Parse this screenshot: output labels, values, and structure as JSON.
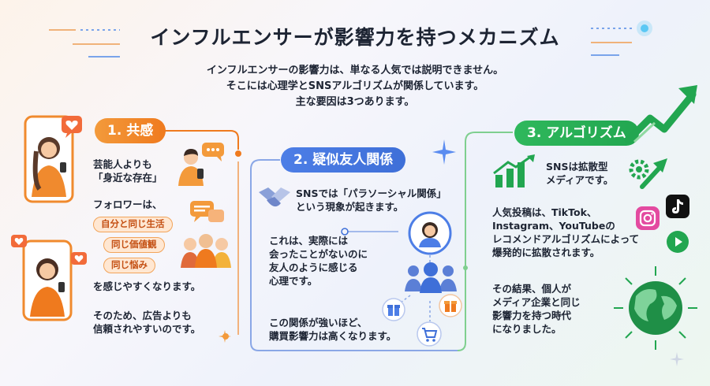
{
  "title": "インフルエンサーが影響力を持つメカニズム",
  "intro": [
    "インフルエンサーの影響力は、単なる人気では説明できません。",
    "そこには心理学とSNSアルゴリズムが関係しています。",
    "主な要因は3つあります。"
  ],
  "colors": {
    "orange": "#ef7a1e",
    "blue": "#3e6fd8",
    "green": "#22a650",
    "bg": "#f7f6fb"
  },
  "sections": [
    {
      "label": "1. 共感",
      "lines_a": [
        "芸能人よりも",
        "「身近な存在」"
      ],
      "lead": "フォロワーは、",
      "tags": [
        "自分と同じ生活",
        "同じ価値観",
        "同じ悩み"
      ],
      "after": "を感じやすくなります。",
      "conclusion": [
        "そのため、広告よりも",
        "信頼されやすいのです。"
      ],
      "icons": [
        "smartphone-woman-icon",
        "heart-bubble-icon",
        "chat-bubble-icon",
        "man-with-phone-icon",
        "group-people-icon"
      ]
    },
    {
      "label": "2. 疑似友人関係",
      "lines_a": [
        "SNSでは「パラソーシャル関係」",
        "という現象が起きます。"
      ],
      "lines_b": [
        "これは、実際には",
        "会ったことがないのに",
        "友人のように感じる",
        "心理です。"
      ],
      "conclusion": [
        "この関係が強いほど、",
        "購買影響力は高くなります。"
      ],
      "icons": [
        "handshake-icon",
        "influencer-avatar-icon",
        "followers-icon",
        "gift-icon",
        "cart-icon"
      ]
    },
    {
      "label": "3. アルゴリズム",
      "lines_a": [
        "SNSは拡散型",
        "メディアです。"
      ],
      "lines_b": [
        "人気投稿は、TikTok、",
        "Instagram、YouTubeの",
        "レコメンドアルゴリズムによって",
        "爆発的に拡散されます。"
      ],
      "conclusion": [
        "その結果、個人が",
        "メディア企業と同じ",
        "影響力を持つ時代",
        "になりました。"
      ],
      "icons": [
        "growth-arrows-icon",
        "trend-arrow-icon",
        "gear-icon",
        "tiktok-icon",
        "instagram-icon",
        "youtube-icon",
        "globe-icon"
      ]
    }
  ]
}
